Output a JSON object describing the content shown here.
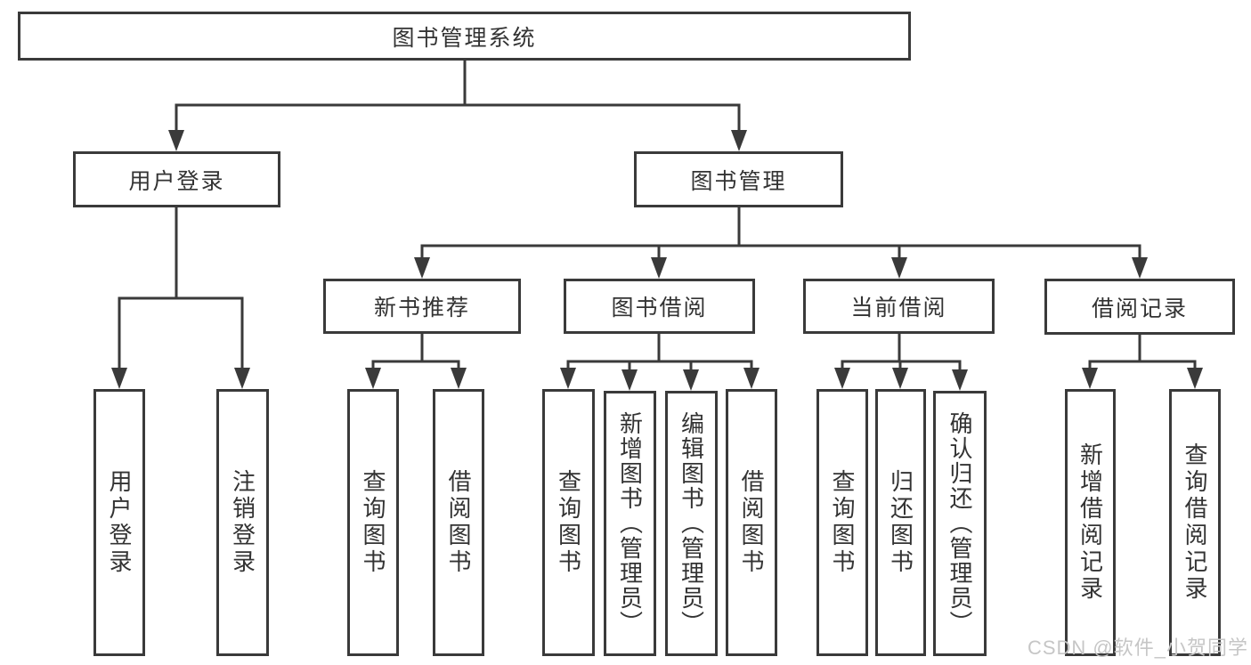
{
  "diagram": {
    "root": {
      "label": "图书管理系统"
    },
    "level2": {
      "user_login": {
        "label": "用户登录"
      },
      "book_mgmt": {
        "label": "图书管理"
      }
    },
    "level3": {
      "new_book_rec": {
        "label": "新书推荐"
      },
      "book_borrow": {
        "label": "图书借阅"
      },
      "current_borrow": {
        "label": "当前借阅"
      },
      "borrow_record": {
        "label": "借阅记录"
      }
    },
    "leaves": {
      "user_login": {
        "label": "用户登录"
      },
      "logout": {
        "label": "注销登录"
      },
      "rec_query_book": {
        "label": "查询图书"
      },
      "rec_borrow_book": {
        "label": "借阅图书"
      },
      "bor_query_book": {
        "label": "查询图书"
      },
      "bor_add_book": {
        "label": "新增图书（管理员）"
      },
      "bor_edit_book": {
        "label": "编辑图书（管理员）"
      },
      "bor_borrow_book": {
        "label": "借阅图书"
      },
      "cur_query_book": {
        "label": "查询图书"
      },
      "cur_return_book": {
        "label": "归还图书"
      },
      "cur_confirm_return": {
        "label": "确认归还（管理员）"
      },
      "record_add": {
        "label": "新增借阅记录"
      },
      "record_query": {
        "label": "查询借阅记录"
      }
    },
    "watermark": {
      "text": "CSDN @软件_小贺同学"
    },
    "colors": {
      "line": "#3a3a3a",
      "text": "#333333",
      "box_background": "#ffffff",
      "watermark": "#c6c6c6"
    }
  }
}
